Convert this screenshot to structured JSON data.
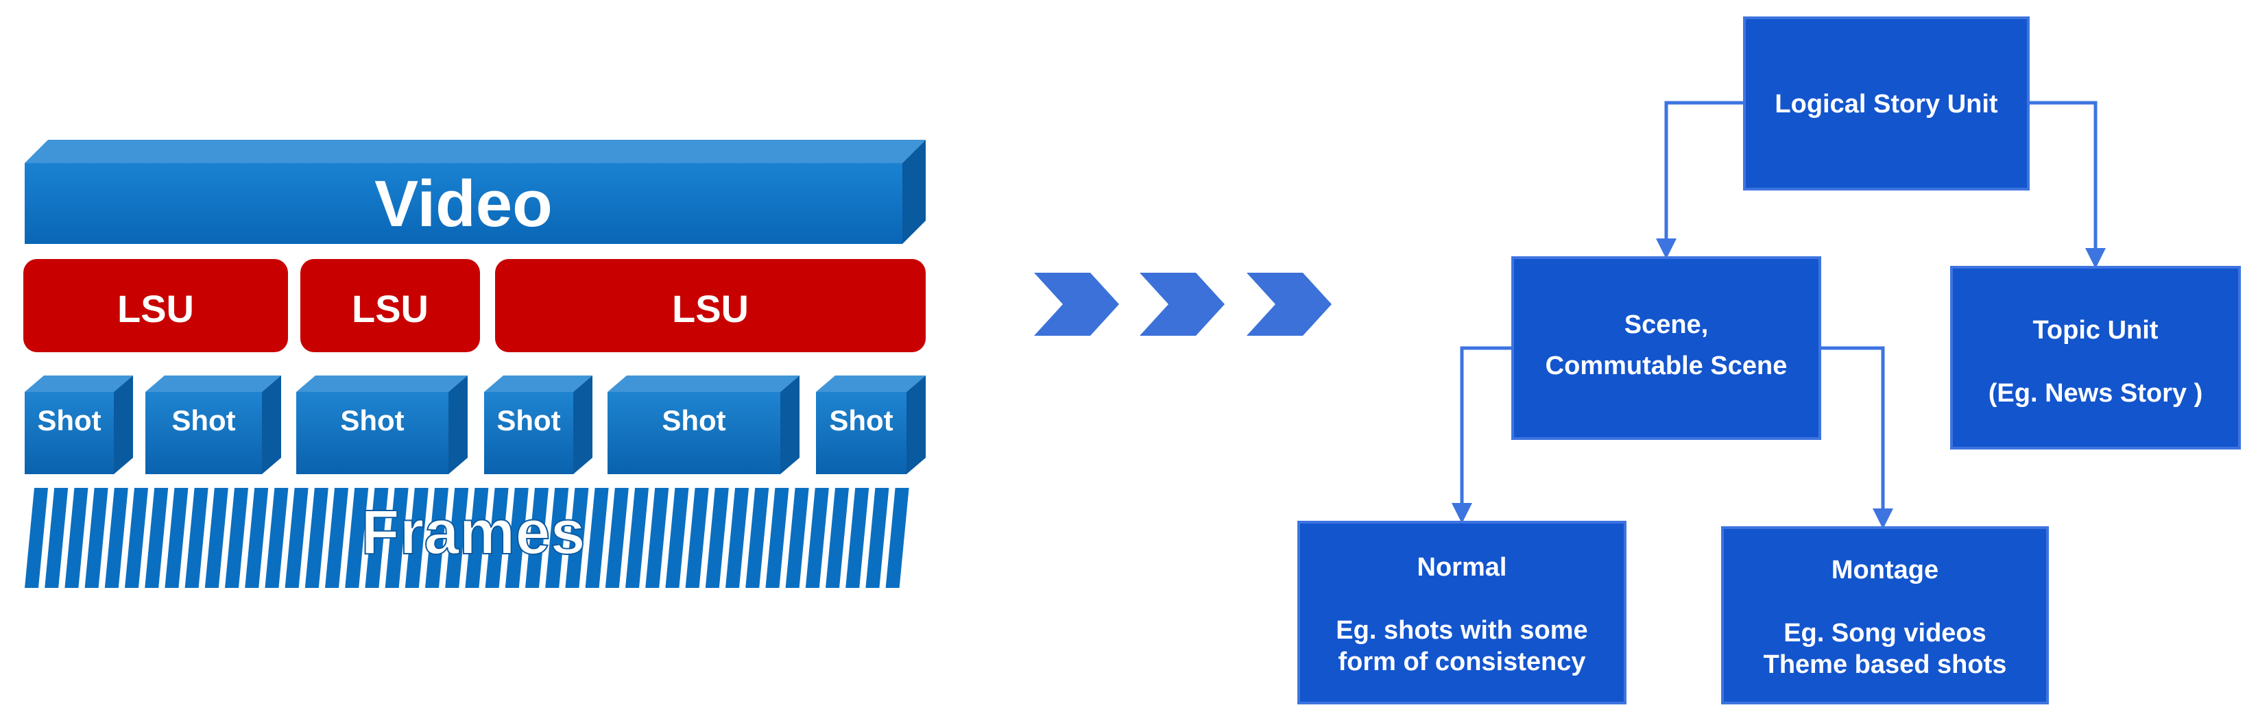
{
  "hierarchy": {
    "video_label": "Video",
    "lsu_labels": [
      "LSU",
      "LSU",
      "LSU"
    ],
    "shot_labels": [
      "Shot",
      "Shot",
      "Shot",
      "Shot",
      "Shot",
      "Shot"
    ],
    "frames_label": "Frames"
  },
  "tree": {
    "root": "Logical Story Unit",
    "scene": [
      "Scene,",
      "Commutable Scene"
    ],
    "topic": [
      "Topic Unit",
      "(Eg. News Story )"
    ],
    "normal": [
      "Normal",
      "Eg. shots with some",
      "form of consistency"
    ],
    "montage": [
      "Montage",
      "Eg. Song videos",
      "Theme based shots"
    ]
  },
  "colors": {
    "video_blue": "#0b6fc1",
    "lsu_red": "#c80000",
    "node_blue": "#1355cd",
    "connector_blue": "#3d74e0",
    "chevron_blue": "#3b71d9"
  }
}
